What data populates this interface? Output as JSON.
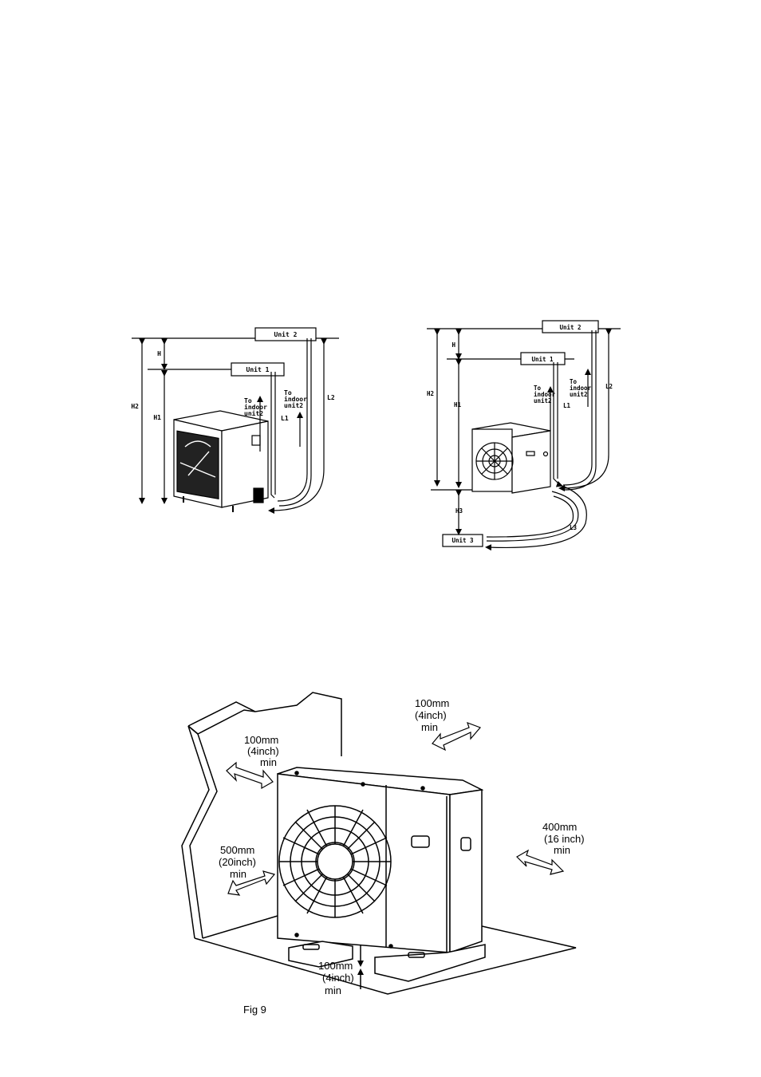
{
  "diagram_left": {
    "unit2": "Unit 2",
    "unit1": "Unit 1",
    "h": "H",
    "h1": "H1",
    "h2": "H2",
    "l1": "L1",
    "l2": "L2",
    "to_indoor_a": [
      "To",
      "indoor",
      "unit2"
    ],
    "to_indoor_b": [
      "To",
      "indoor",
      "unit2"
    ]
  },
  "diagram_right": {
    "unit2": "Unit 2",
    "unit1": "Unit 1",
    "unit3": "Unit 3",
    "h": "H",
    "h1": "H1",
    "h2": "H2",
    "h3": "H3",
    "l1": "L1",
    "l2": "L2",
    "l3": "L3",
    "to_indoor_a": [
      "To",
      "indoor",
      "unit2"
    ],
    "to_indoor_b": [
      "To",
      "indoor",
      "unit2"
    ]
  },
  "clearance": {
    "top_right": [
      "100mm",
      "(4inch)",
      "min"
    ],
    "left_wall": [
      "100mm",
      "(4inch)",
      "min"
    ],
    "left_side": [
      "500mm",
      "(20inch)",
      "min"
    ],
    "right_side": [
      "400mm",
      "(16 inch)",
      "min"
    ],
    "bottom": [
      "100mm",
      "(4inch)",
      "min"
    ]
  },
  "figure_label": "Fig 9"
}
